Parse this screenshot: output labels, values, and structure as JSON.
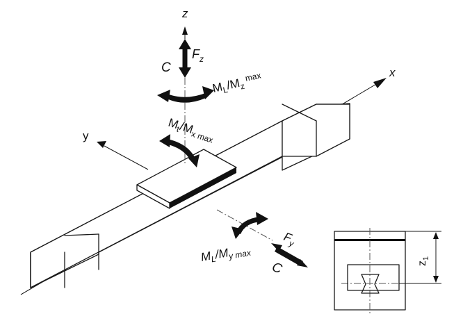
{
  "axes": {
    "x": "x",
    "y": "y",
    "z": "z"
  },
  "force_z": {
    "symbol": "F",
    "subscript": "z",
    "direction_label": "C"
  },
  "force_y": {
    "symbol": "F",
    "subscript": "y",
    "direction_label": "C"
  },
  "moment_z": {
    "main": "M",
    "main_sub": "L",
    "sep": "/M",
    "sub": "z",
    "suffix": " max"
  },
  "moment_x": {
    "main": "M",
    "main_sub": "t",
    "sep": "/M",
    "sub": "x",
    "suffix": " max"
  },
  "moment_y": {
    "main": "M",
    "main_sub": "L",
    "sep": "/M",
    "sub": "y",
    "suffix": " max"
  },
  "dimension": {
    "symbol": "z",
    "subscript": "1"
  }
}
